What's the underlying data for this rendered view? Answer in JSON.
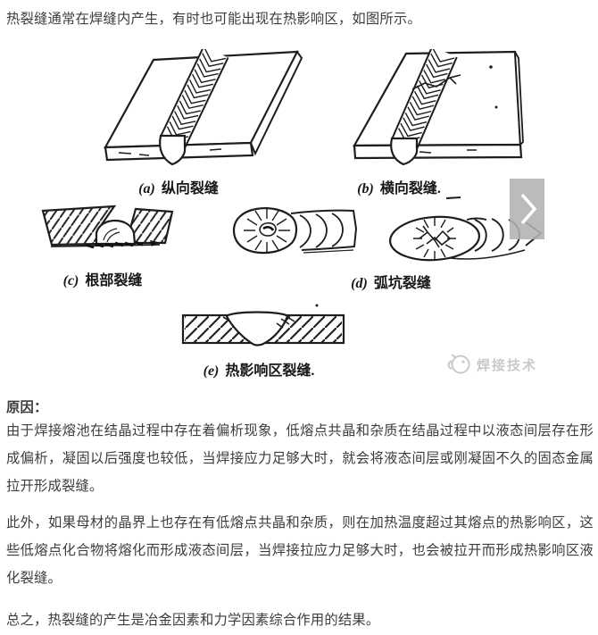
{
  "article": {
    "intro": "热裂缝通常在焊缝内产生，有时也可能出现在热影响区，如图所示。",
    "cause_heading": "原因：",
    "paragraphs": {
      "p1": "由于焊接熔池在结晶过程中存在着偏析现象，低熔点共晶和杂质在结晶过程中以液态间层存在形成偏析，凝固以后强度也较低，当焊接应力足够大时，就会将液态间层或刚凝固不久的固态金属拉开形成裂缝。",
      "p2": "此外，如果母材的晶界上也存在有低熔点共晶和杂质，则在加热温度超过其熔点的热影响区，这些低熔点化合物将熔化而形成液态间层，当焊接拉应力足够大时，也会被拉开而形成热影响区液化裂缝。",
      "p3": "总之，热裂缝的产生是冶金因素和力学因素综合作用的结果。"
    }
  },
  "figure": {
    "labels": {
      "a": {
        "prefix": "(a)",
        "text": "纵向裂缝"
      },
      "b": {
        "prefix": "(b)",
        "text": "横向裂缝."
      },
      "c": {
        "prefix": "(c)",
        "text": "根部裂缝"
      },
      "d": {
        "prefix": "(d)",
        "text": "弧坑裂缝"
      },
      "e": {
        "prefix": "(e)",
        "text": "热影响区裂缝."
      }
    },
    "watermark_text": "焊接技术",
    "next_button": {
      "icon": "chevron-right"
    }
  },
  "colors": {
    "body_text": "#3d3d3d",
    "figure_ink": "#1d1d1d",
    "watermark": "#c9c9c9",
    "next_button_bg": "#b2b2b2"
  }
}
